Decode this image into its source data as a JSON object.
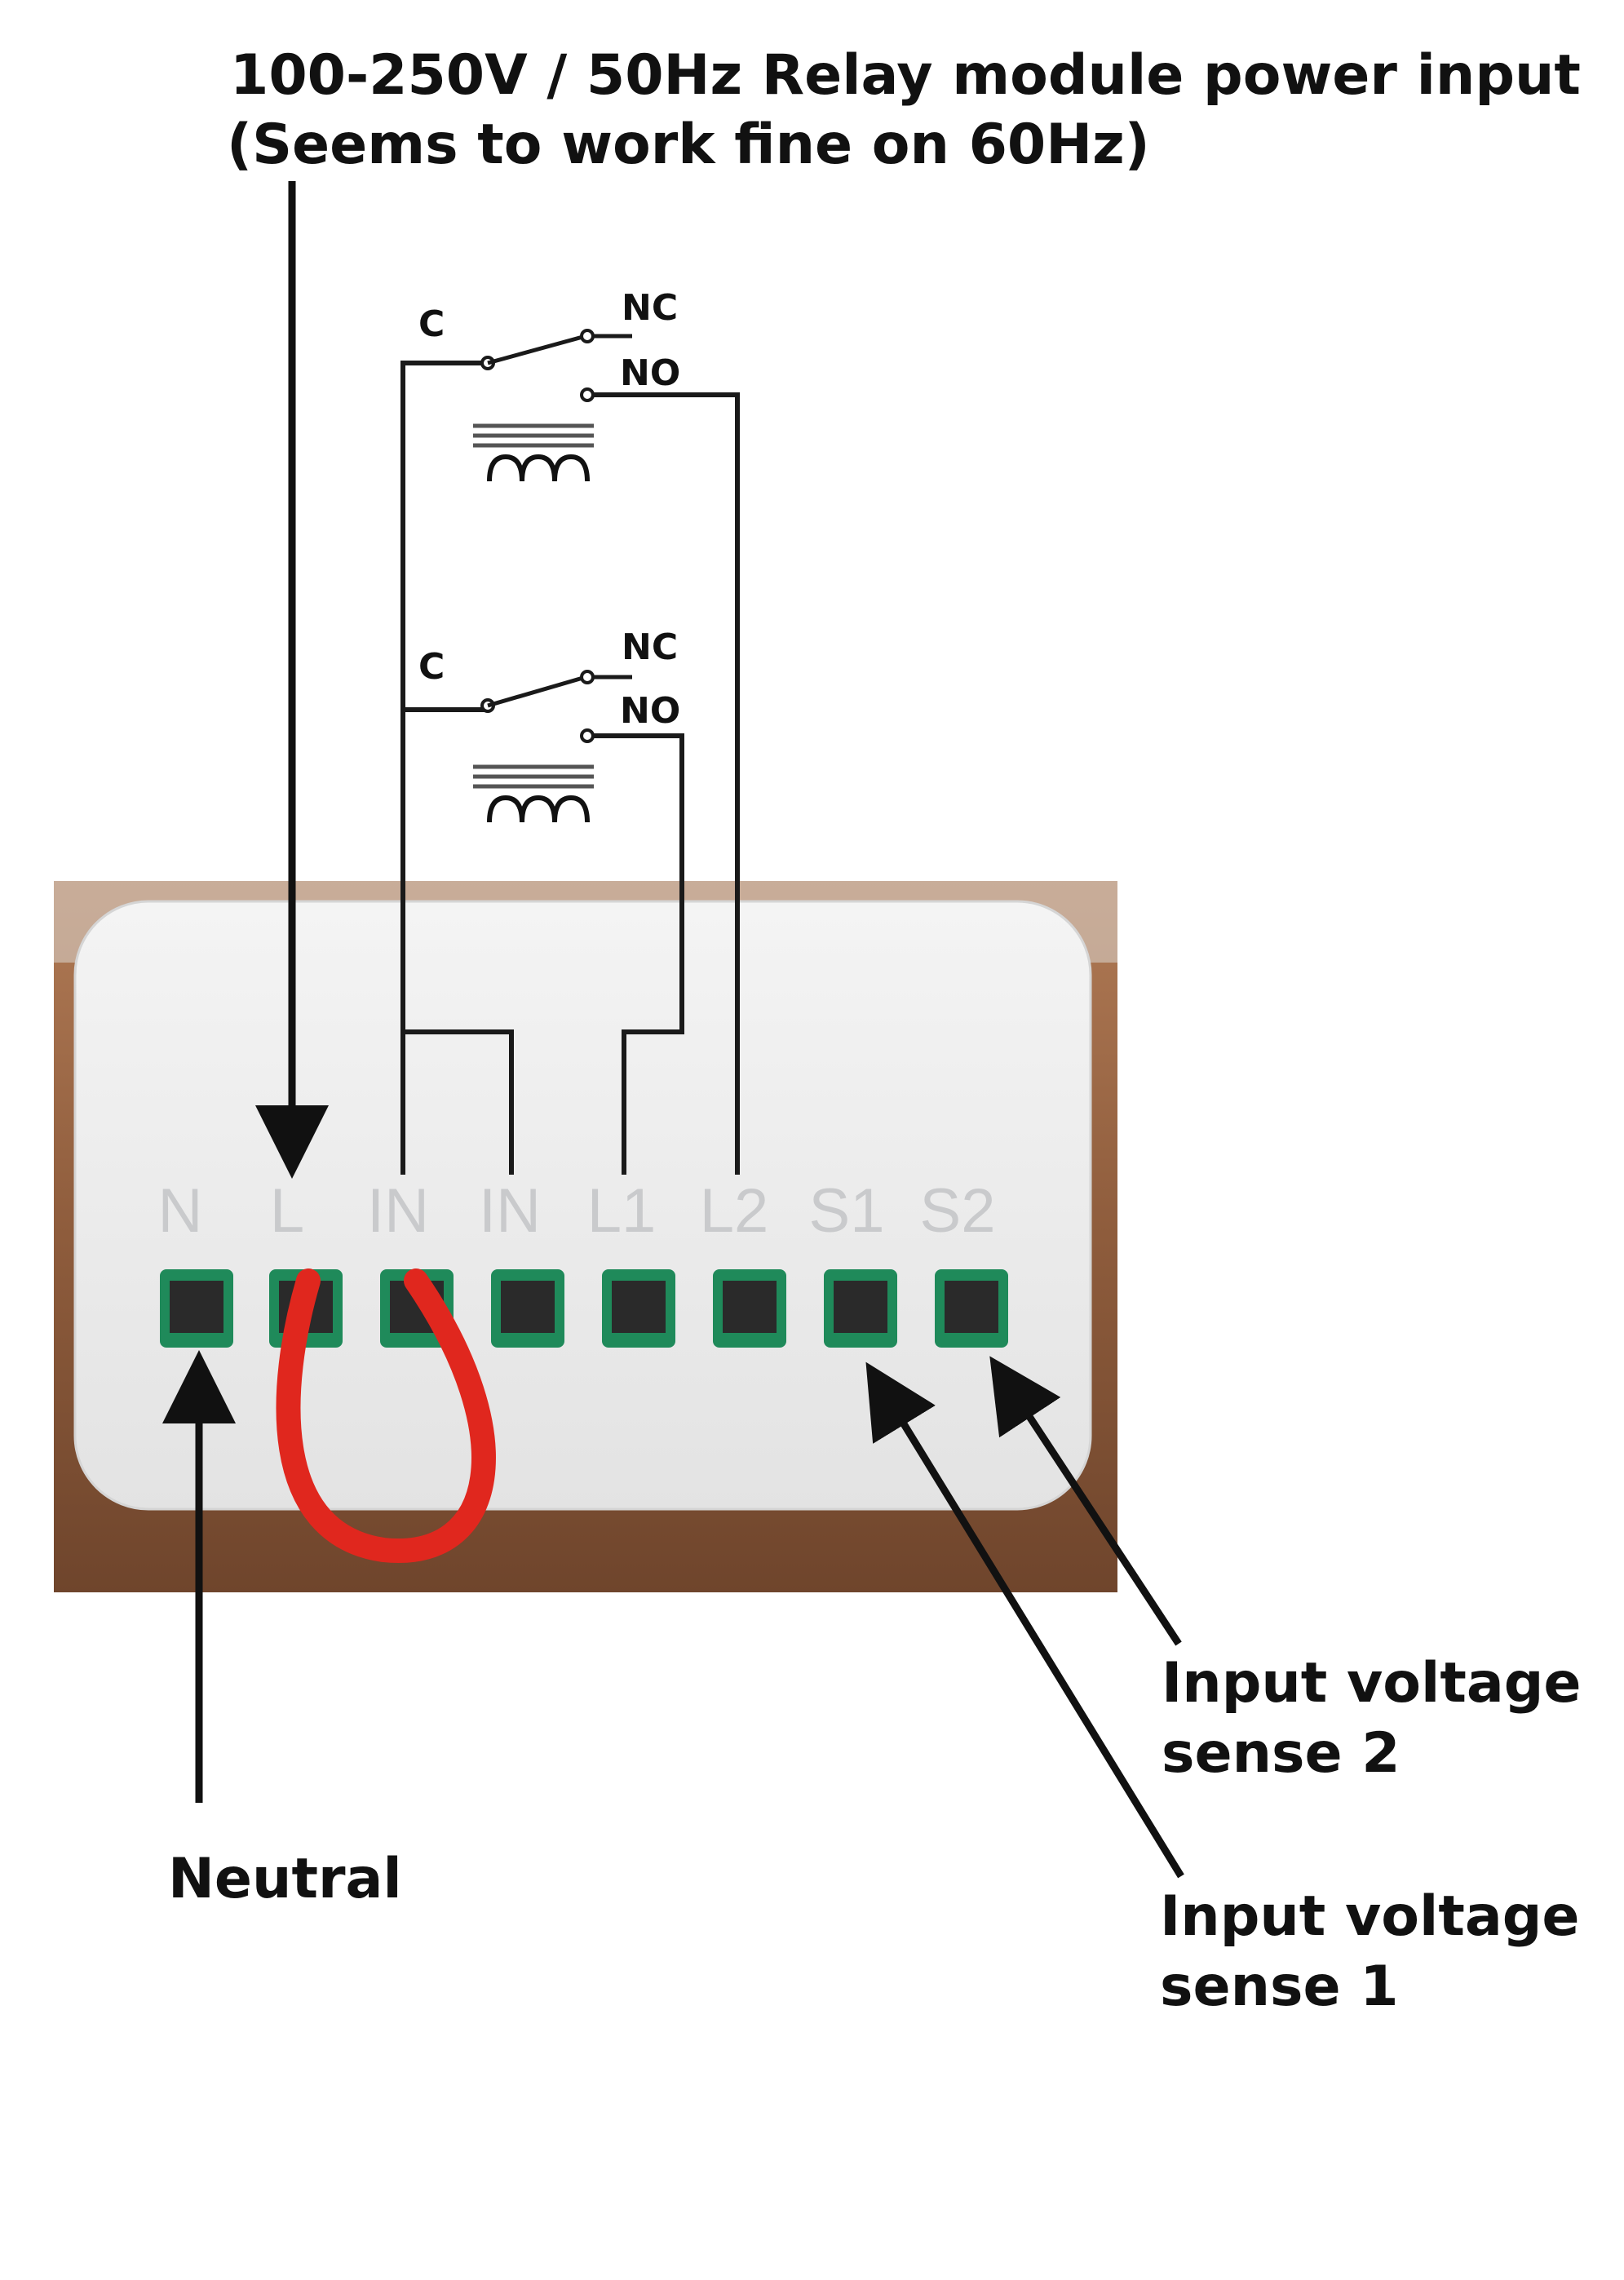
{
  "title_lines": [
    "100-250V / 50Hz Relay module power input",
    "(Seems to work fine on 60Hz)"
  ],
  "relays": [
    {
      "common": "C",
      "nc": "NC",
      "no": "NO"
    },
    {
      "common": "C",
      "nc": "NC",
      "no": "NO"
    }
  ],
  "terminals": [
    "N",
    "L",
    "IN",
    "IN",
    "L1",
    "L2",
    "S1",
    "S2"
  ],
  "callouts": {
    "neutral": "Neutral",
    "sense2": [
      "Input voltage",
      "sense 2"
    ],
    "sense1": [
      "Input voltage",
      "sense 1"
    ]
  },
  "colors": {
    "wire": "#1a1a1a",
    "jumper": "#e0271e",
    "module_body": "#ececec",
    "terminal_green": "#1f8a5a",
    "wood": "#8a5a3a"
  }
}
